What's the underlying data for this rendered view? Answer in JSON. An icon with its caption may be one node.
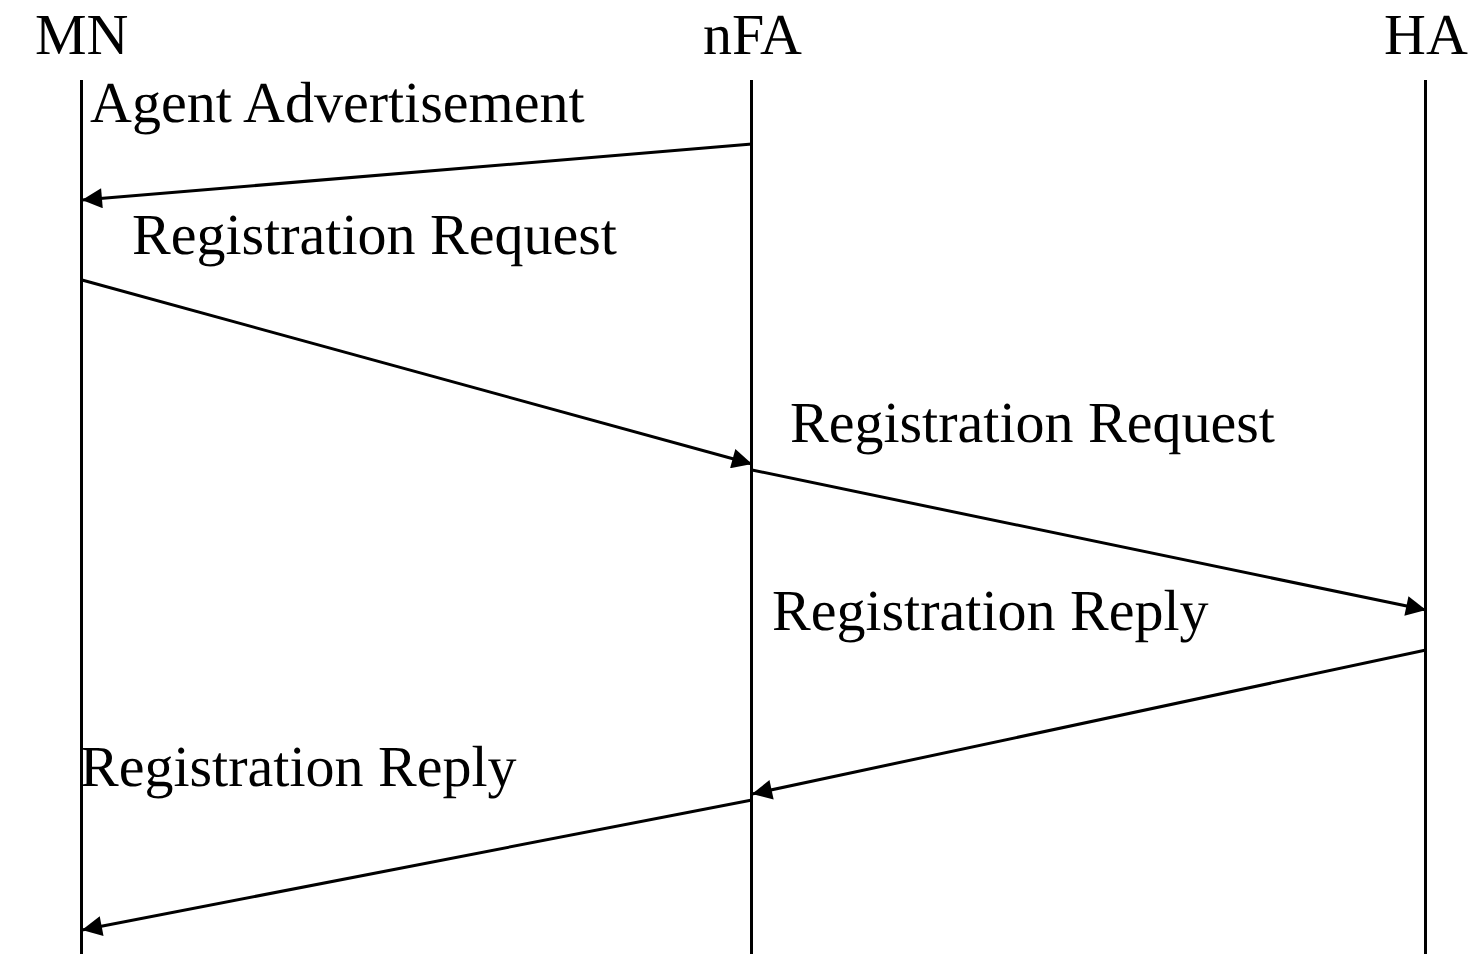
{
  "diagram": {
    "nodes": [
      {
        "text": [
          "MN"
        ]
      },
      {
        "text": [
          "nFA"
        ]
      },
      {
        "text": [
          "HA"
        ]
      }
    ],
    "edges": [
      {
        "from": 1,
        "to": 0,
        "arrow": "to",
        "label": "Agent Advertisement"
      },
      {
        "from": 0,
        "to": 1,
        "arrow": "to",
        "label": "Registration Request"
      },
      {
        "from": 1,
        "to": 2,
        "arrow": "to",
        "label": "Registration Request"
      },
      {
        "from": 2,
        "to": 1,
        "arrow": "to",
        "label": "Registration Reply"
      },
      {
        "from": 1,
        "to": 0,
        "arrow": "to",
        "label": "Registration Reply"
      }
    ]
  }
}
